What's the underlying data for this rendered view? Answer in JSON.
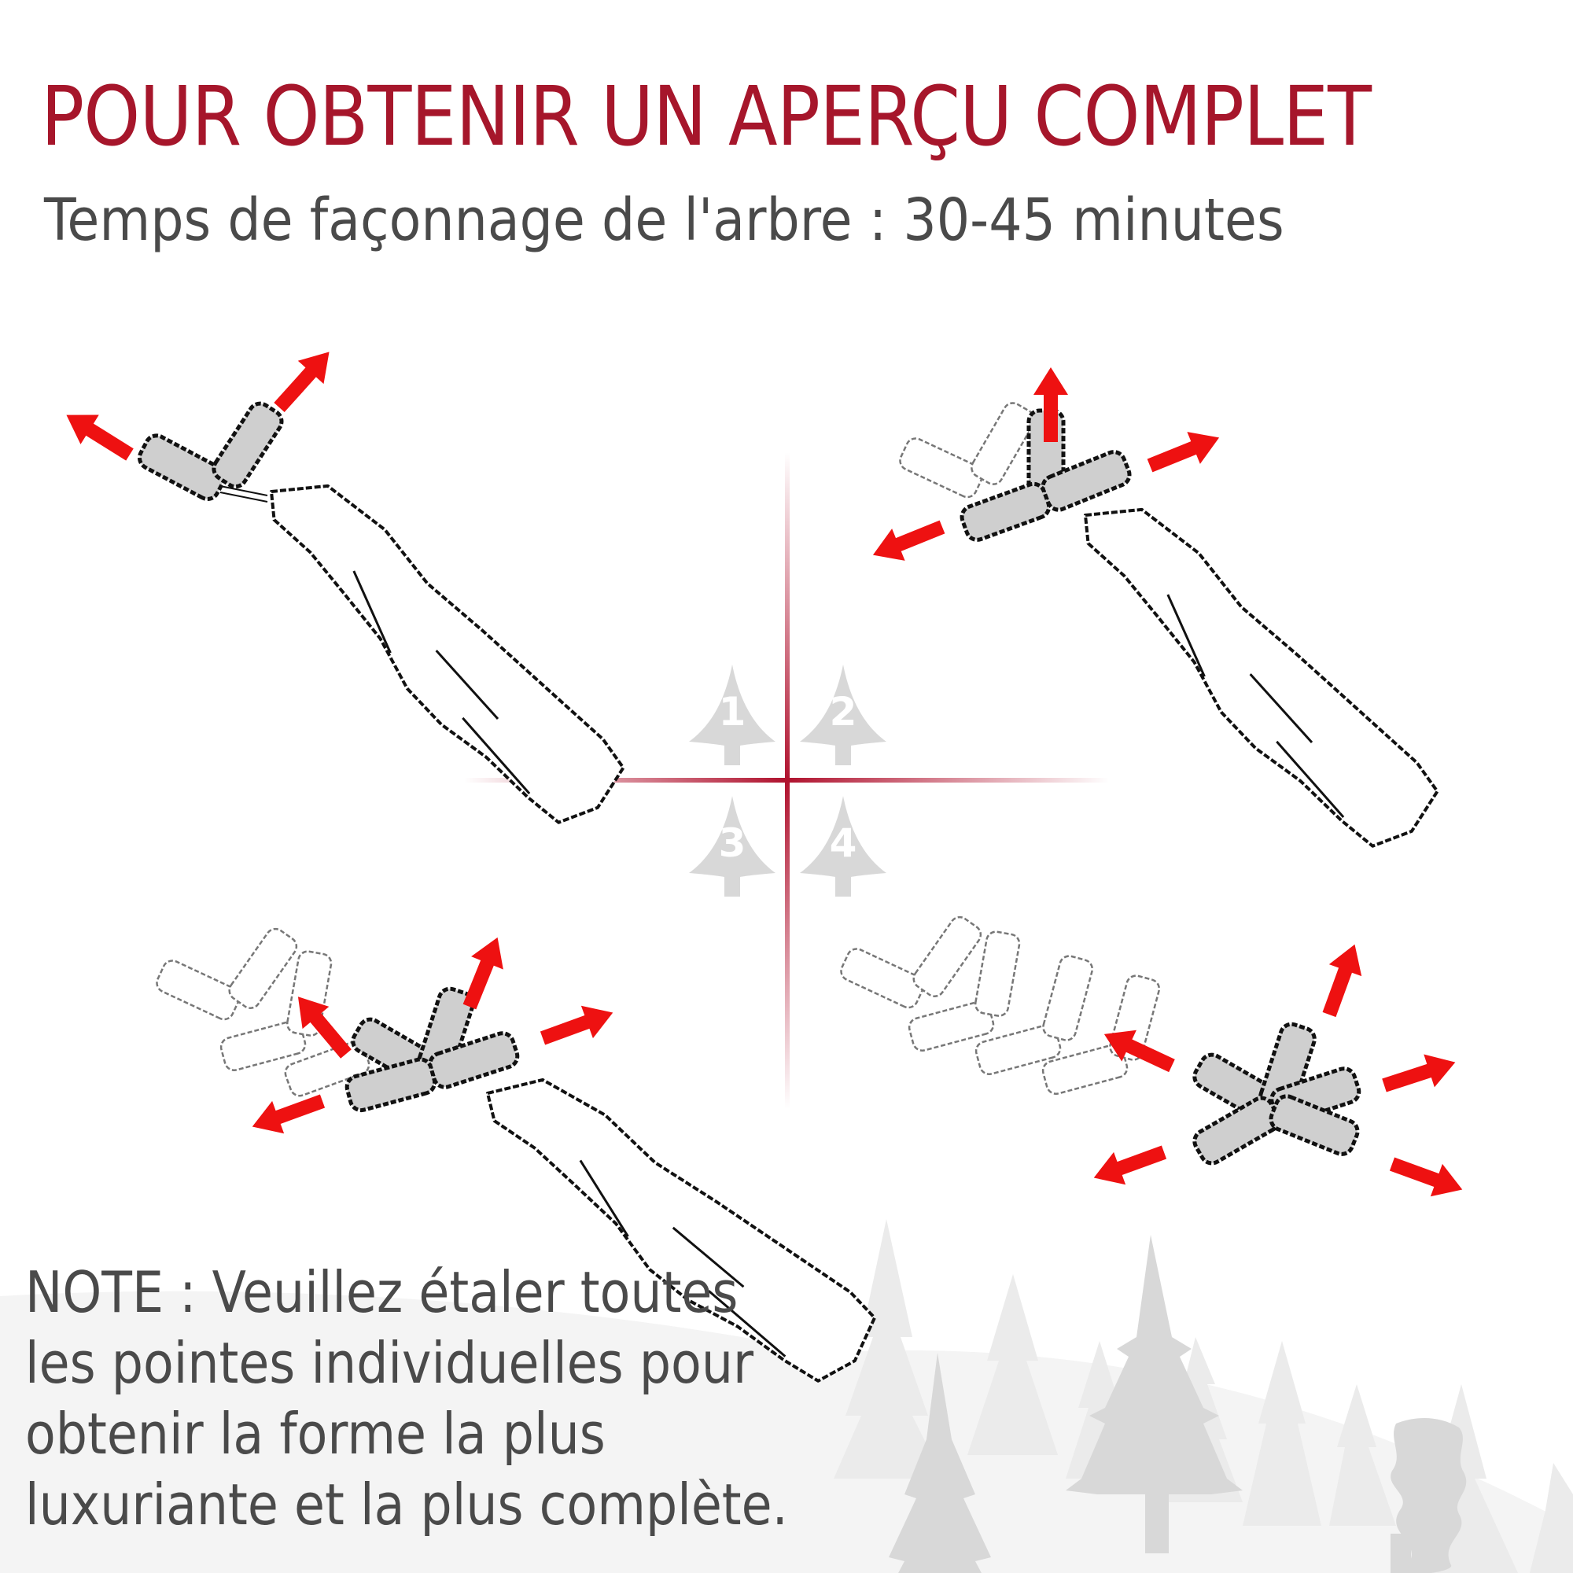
{
  "header": {
    "title": "POUR OBTENIR UN APERÇU COMPLET",
    "subtitle": "Temps de façonnage de l'arbre : 30-45 minutes"
  },
  "steps": [
    {
      "number": "1",
      "arrows": 2
    },
    {
      "number": "2",
      "arrows": 3
    },
    {
      "number": "3",
      "arrows": 4
    },
    {
      "number": "4",
      "arrows": 5
    }
  ],
  "note": {
    "lines": [
      "NOTE : Veuillez étaler toutes",
      "les pointes individuelles pour",
      "obtenir la forme la plus",
      "luxuriante et la plus complète."
    ]
  },
  "colors": {
    "title": "#a6162b",
    "text": "#4a4a4a",
    "crosshair": "#b0122e",
    "arrow": "#ee1111",
    "tree_icon": "#d8d8d8",
    "ground": "#f4f4f4",
    "branch_fill": "#cfcfcf"
  }
}
